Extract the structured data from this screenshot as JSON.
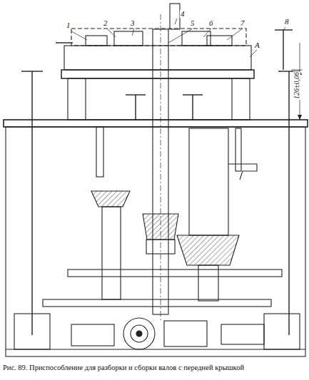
{
  "diagram": {
    "caption": "Рис. 89. Приспособление для разборки и сборки валов с передней крышкой",
    "labels": [
      "1",
      "2",
      "3",
      "4",
      "5",
      "6",
      "7",
      "A",
      "8",
      "126±0,06"
    ]
  }
}
